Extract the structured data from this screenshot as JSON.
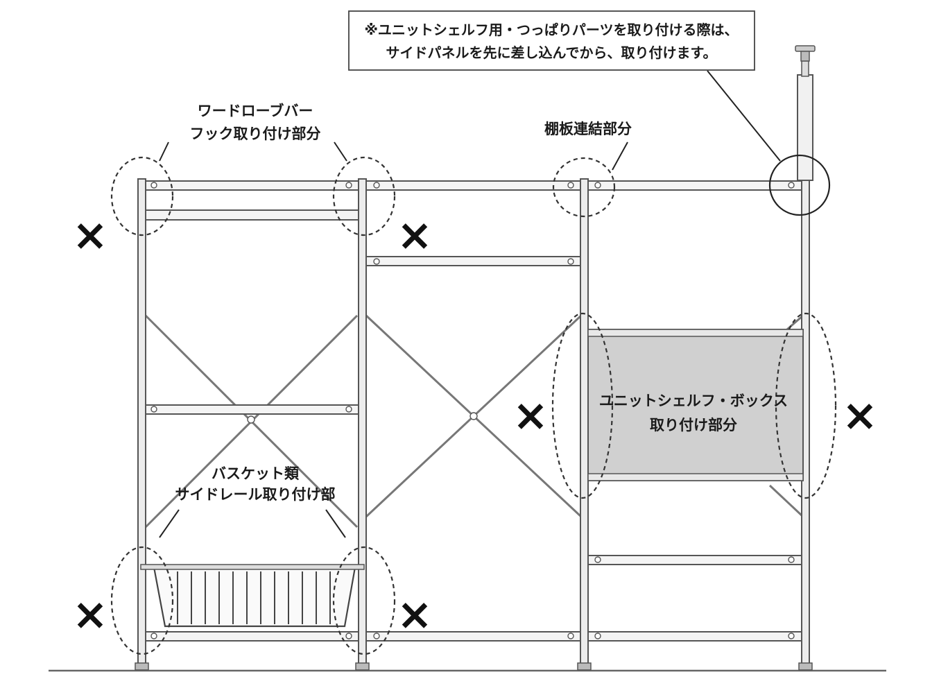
{
  "labels": {
    "note_line1": "※ユニットシェルフ用・つっぱりパーツを取り付ける際は、",
    "note_line2": "サイドパネルを先に差し込んでから、取り付けます。",
    "wardrobe_line1": "ワードローブバー",
    "wardrobe_line2": "フック取り付け部分",
    "shelf_joint": "棚板連結部分",
    "box_line1": "ユニットシェルフ・ボックス",
    "box_line2": "取り付け部分",
    "basket_line1": "バスケット類",
    "basket_line2": "サイドレール取り付け部"
  },
  "marks": {
    "x_symbol": "×"
  },
  "colors": {
    "line": "#555555",
    "box_fill": "#d0d0d0",
    "text": "#1a1a1a"
  }
}
